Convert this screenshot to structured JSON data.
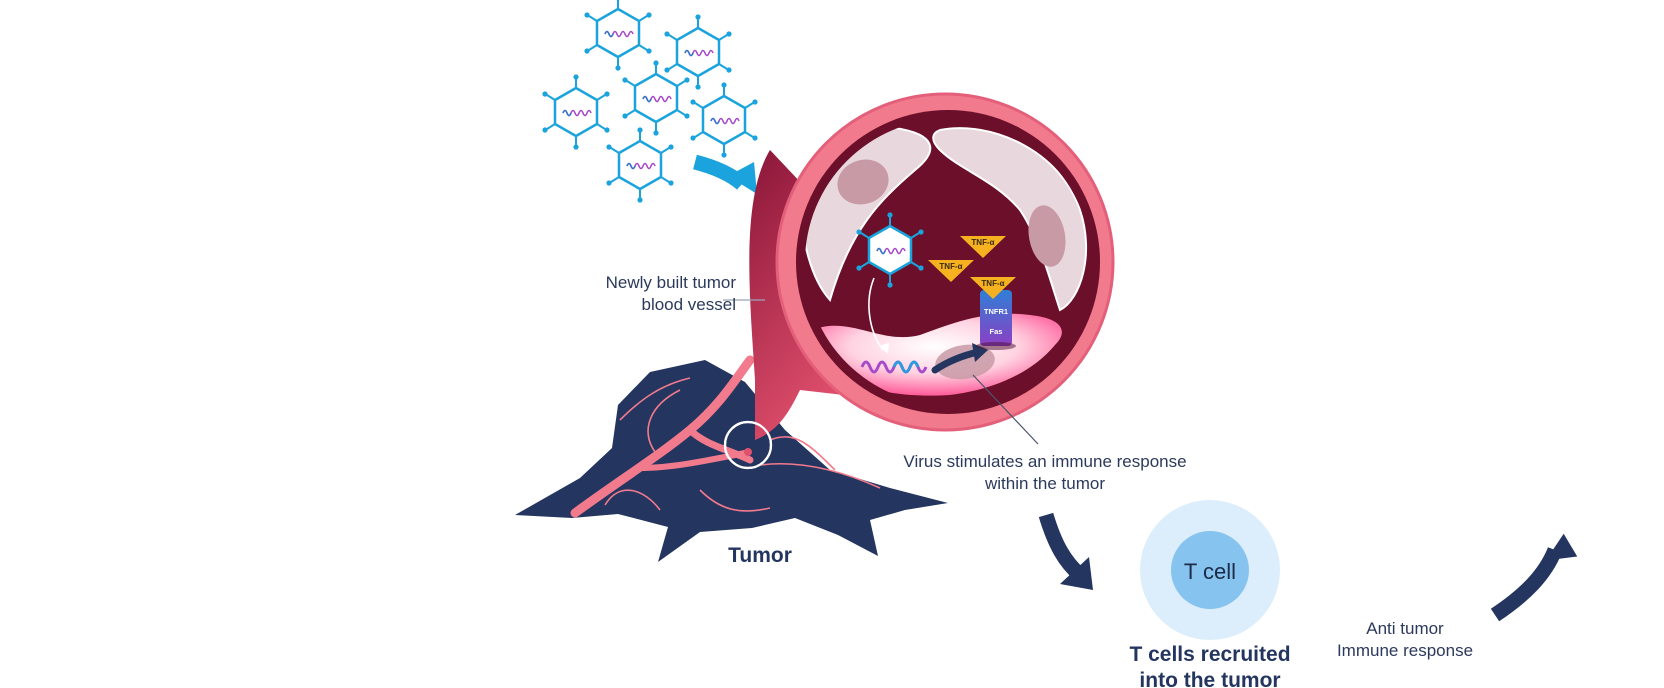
{
  "labels": {
    "blood_vessel": [
      "Newly built tumor",
      "blood vessel"
    ],
    "tumor": "Tumor",
    "immune_response": [
      "Virus stimulates an immune response",
      "within the tumor"
    ],
    "t_cell": "T cell",
    "t_cells_recruited": [
      "T cells recruited",
      "into the tumor"
    ],
    "anti_tumor": [
      "Anti tumor",
      "Immune response"
    ],
    "tnf_alpha": "TNF-α",
    "tnfr1": "TNFR1",
    "fas": "Fas"
  },
  "colors": {
    "navy": "#243660",
    "vessel_pink": "#f2798c",
    "vessel_dark": "#6b0f2a",
    "virus_blue": "#1aa3dc",
    "rna_purple": "#a64ac9",
    "tnf_gold": "#f5b120",
    "tcell_outer": "#dceefb",
    "tcell_inner": "#86c4ef",
    "arrow_blue": "#1aa3dc"
  },
  "icons": [
    "virus-icon",
    "curved-arrow-icon",
    "tnf-alpha-triangle-icon",
    "receptor-icon",
    "t-cell-icon"
  ]
}
